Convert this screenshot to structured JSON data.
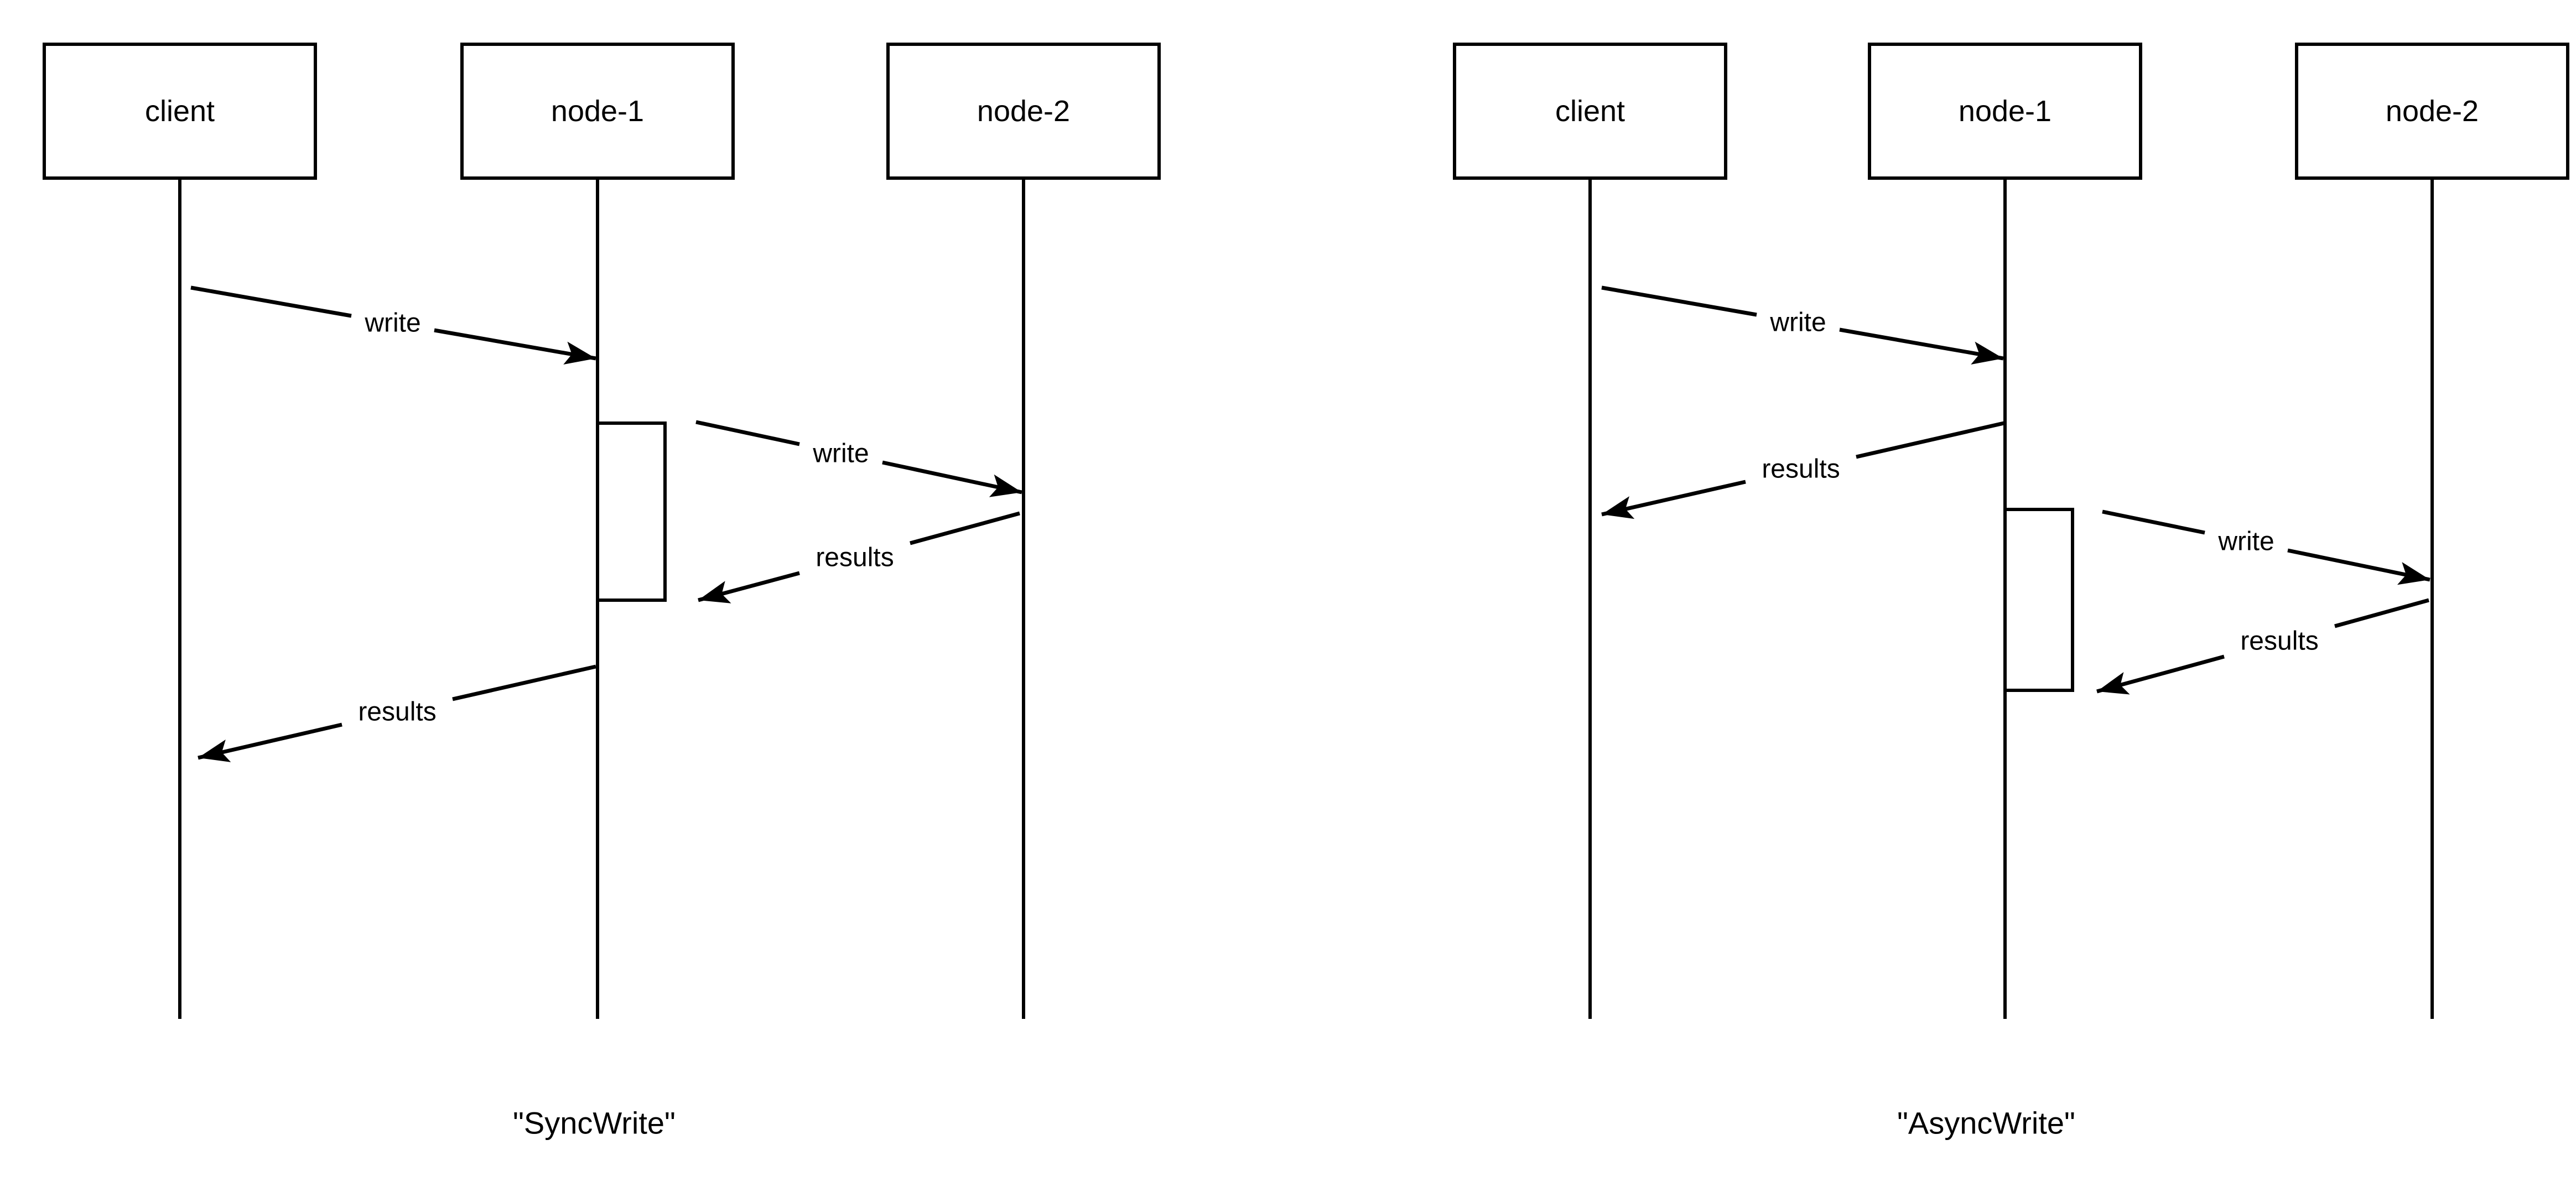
{
  "colors": {
    "stroke": "#000000",
    "background": "#ffffff"
  },
  "left": {
    "caption": "\"SyncWrite\"",
    "actors": [
      "client",
      "node-1",
      "node-2"
    ],
    "messages": [
      {
        "label": "write",
        "from": "client",
        "to": "node-1"
      },
      {
        "label": "write",
        "from": "node-1",
        "to": "node-2"
      },
      {
        "label": "results",
        "from": "node-2",
        "to": "node-1"
      },
      {
        "label": "results",
        "from": "node-1",
        "to": "client"
      }
    ]
  },
  "right": {
    "caption": "\"AsyncWrite\"",
    "actors": [
      "client",
      "node-1",
      "node-2"
    ],
    "messages": [
      {
        "label": "write",
        "from": "client",
        "to": "node-1"
      },
      {
        "label": "results",
        "from": "node-1",
        "to": "client"
      },
      {
        "label": "write",
        "from": "node-1",
        "to": "node-2"
      },
      {
        "label": "results",
        "from": "node-2",
        "to": "node-1"
      }
    ]
  }
}
